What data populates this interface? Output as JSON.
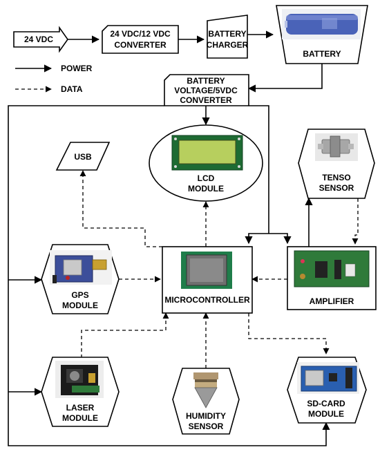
{
  "input_voltage": "24 VDC",
  "converter_24_12": [
    "24 VDC/12 VDC",
    "CONVERTER"
  ],
  "battery_charger": [
    "BATTERY",
    "CHARGER"
  ],
  "battery": "BATTERY",
  "battery_converter": [
    "BATTERY",
    "VOLTAGE/5VDC",
    "CONVERTER"
  ],
  "legend": {
    "power": "POWER",
    "data": "DATA"
  },
  "usb": "USB",
  "lcd_module": [
    "LCD",
    "MODULE"
  ],
  "tenso_sensor": [
    "TENSO",
    "SENSOR"
  ],
  "gps_module": [
    "GPS",
    "MODULE"
  ],
  "microcontroller": "MICROCONTROLLER",
  "amplifier": "AMPLIFIER",
  "laser_module": [
    "LASER",
    "MODULE"
  ],
  "humidity_sensor": [
    "HUMIDITY",
    "SENSOR"
  ],
  "sd_card_module": [
    "SD-CARD",
    "MODULE"
  ],
  "colors": {
    "battery_blue": "#4a63b8",
    "lcd_green": "#b7cf5e",
    "pcb_green": "#2f7a3a",
    "gps_blue": "#3c4e9a",
    "sd_blue": "#2a5fb0"
  }
}
